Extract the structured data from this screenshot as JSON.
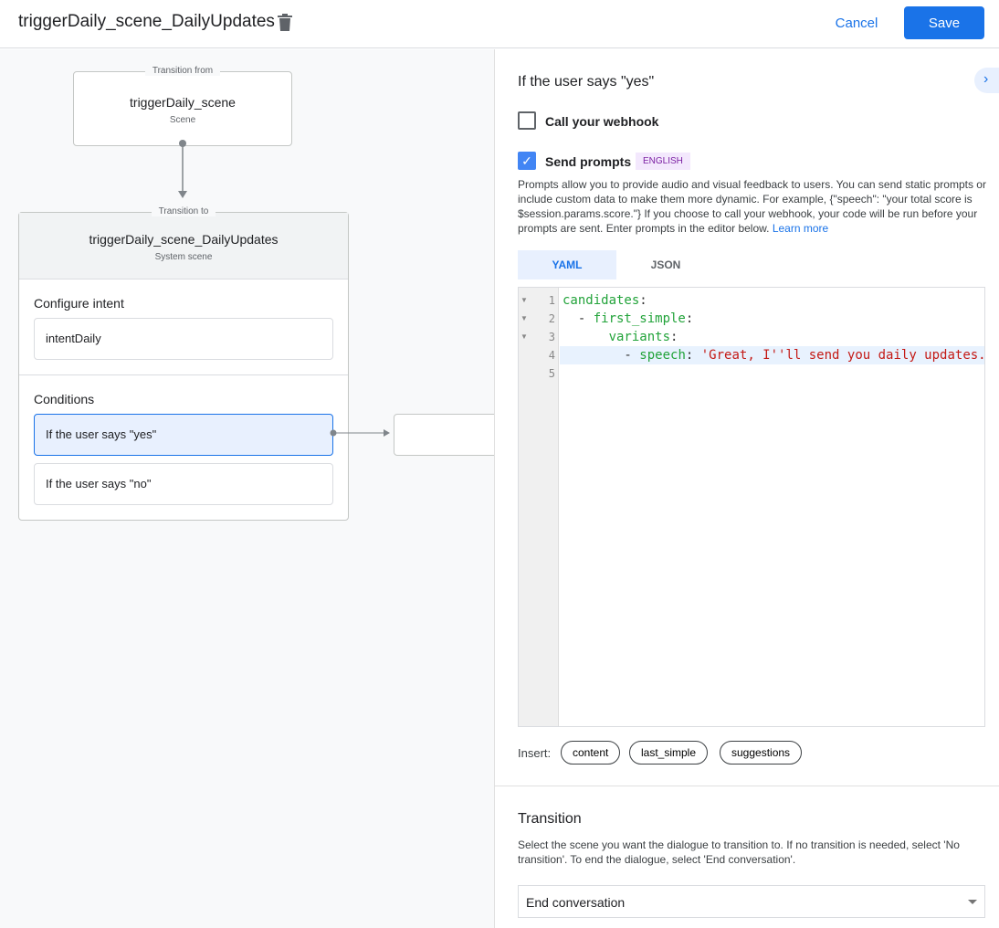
{
  "header": {
    "title": "triggerDaily_scene_DailyUpdates",
    "cancel_label": "Cancel",
    "save_label": "Save"
  },
  "canvas": {
    "from": {
      "legend": "Transition from",
      "name": "triggerDaily_scene",
      "type": "Scene"
    },
    "to": {
      "legend": "Transition to",
      "name": "triggerDaily_scene_DailyUpdates",
      "type": "System scene"
    },
    "configure_intent": {
      "label": "Configure intent",
      "intent": "intentDaily"
    },
    "conditions": {
      "label": "Conditions",
      "items": [
        "If the user says \"yes\"",
        "If the user says \"no\""
      ]
    }
  },
  "panel": {
    "title": "If the user says \"yes\"",
    "webhook_label": "Call your webhook",
    "webhook_checked": false,
    "prompts_label": "Send prompts",
    "prompts_checked": true,
    "language_badge": "ENGLISH",
    "prompts_desc": "Prompts allow you to provide audio and visual feedback to users. You can send static prompts or include custom data to make them more dynamic. For example, {\"speech\": \"your total score is $session.params.score.\"} If you choose to call your webhook, your code will be run before your prompts are sent. Enter prompts in the editor below. ",
    "learn_more": "Learn more",
    "tabs": [
      "YAML",
      "JSON"
    ],
    "active_tab": "YAML",
    "editor": {
      "lines": [
        {
          "n": "1",
          "indent": "",
          "key": "candidates",
          "rest": "",
          "fold": true
        },
        {
          "n": "2",
          "indent": "  - ",
          "key": "first_simple",
          "rest": "",
          "fold": true
        },
        {
          "n": "3",
          "indent": "      ",
          "key": "variants",
          "rest": "",
          "fold": true
        },
        {
          "n": "4",
          "indent": "        - ",
          "key": "speech",
          "rest": " 'Great, I''ll send you daily updates.",
          "fold": false
        },
        {
          "n": "5",
          "indent": "",
          "key": "",
          "rest": "",
          "fold": false
        }
      ]
    },
    "insert_label": "Insert:",
    "insert_chips": [
      "content",
      "last_simple",
      "suggestions"
    ],
    "transition": {
      "title": "Transition",
      "desc": "Select the scene you want the dialogue to transition to. If no transition is needed, select 'No transition'. To end the dialogue, select 'End conversation'.",
      "selected": "End conversation"
    }
  },
  "colors": {
    "accent": "#1a73e8",
    "selected_bg": "#e8f0fe",
    "badge_bg": "#f3e8fd",
    "badge_fg": "#7b1fa2"
  }
}
